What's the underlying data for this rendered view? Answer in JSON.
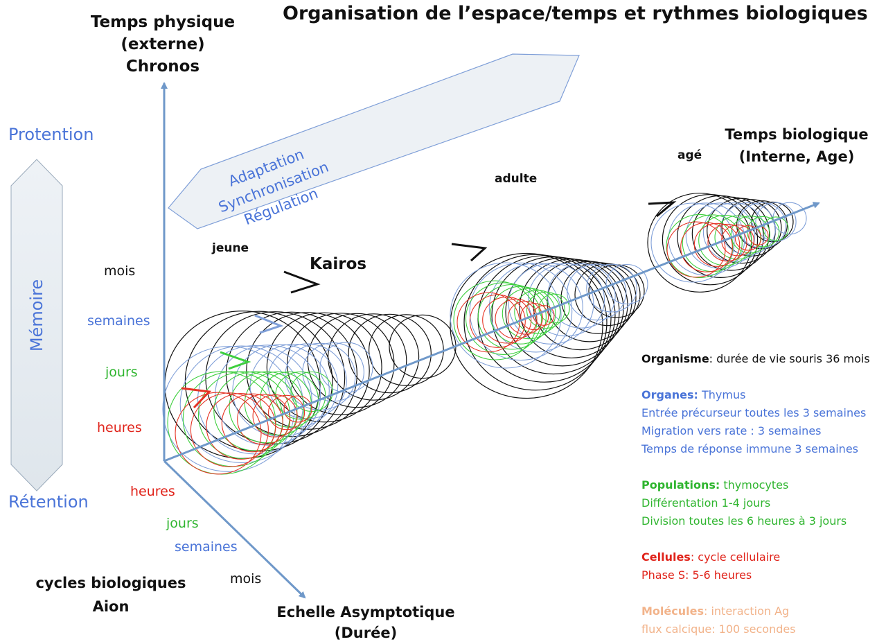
{
  "title": "Organisation de l’espace/temps et rythmes biologiques",
  "axes": {
    "physical_time": [
      "Temps physique",
      "(externe)",
      "Chronos"
    ],
    "biological_time": [
      "Temps biologique",
      "(Interne, Age)"
    ],
    "asymptotic_scale": [
      "Echelle Asymptotique",
      "(Durée)"
    ],
    "cycles": [
      "cycles biologiques",
      "Aion"
    ]
  },
  "memory_arrow": {
    "top": "Protention",
    "middle": "Mémoire",
    "bottom": "Rétention"
  },
  "adaptation_arrow": [
    "Adaptation",
    "Synchronisation",
    "Régulation"
  ],
  "vertical_scale": {
    "mois": "mois",
    "semaines": "semaines",
    "jours": "jours",
    "heures": "heures"
  },
  "diagonal_scale": {
    "heures": "heures",
    "jours": "jours",
    "semaines": "semaines",
    "mois": "mois"
  },
  "kairos": "Kairos",
  "stages": {
    "jeune": "jeune",
    "adulte": "adulte",
    "age": "agé"
  },
  "legend": {
    "organisme": {
      "label": "Organisme",
      "text": ": durée de vie souris 36 mois"
    },
    "organes": {
      "label": "Organes:",
      "text": " Thymus",
      "lines": [
        "Entrée précurseur toutes les 3 semaines",
        "Migration vers rate : 3 semaines",
        "Temps de réponse immune 3 semaines"
      ]
    },
    "populations": {
      "label": "Populations:",
      "text": " thymocytes",
      "lines": [
        "Différentation 1-4 jours",
        "Division toutes les 6 heures à 3 jours"
      ]
    },
    "cellules": {
      "label": "Cellules",
      "text": ": cycle cellulaire",
      "lines": [
        "Phase S: 5-6 heures"
      ]
    },
    "molecules": {
      "label": "Molécules",
      "text": ": interaction Ag",
      "lines": [
        "flux calcique: 100 secondes"
      ]
    }
  },
  "colors": {
    "black_cycles": "#111111",
    "blue_cycles": "#7f9fd8",
    "green_cycles": "#3ecf3e",
    "red_cycles": "#e53324",
    "axis": "#6f98c9",
    "text_blue": "#4a74d8"
  }
}
